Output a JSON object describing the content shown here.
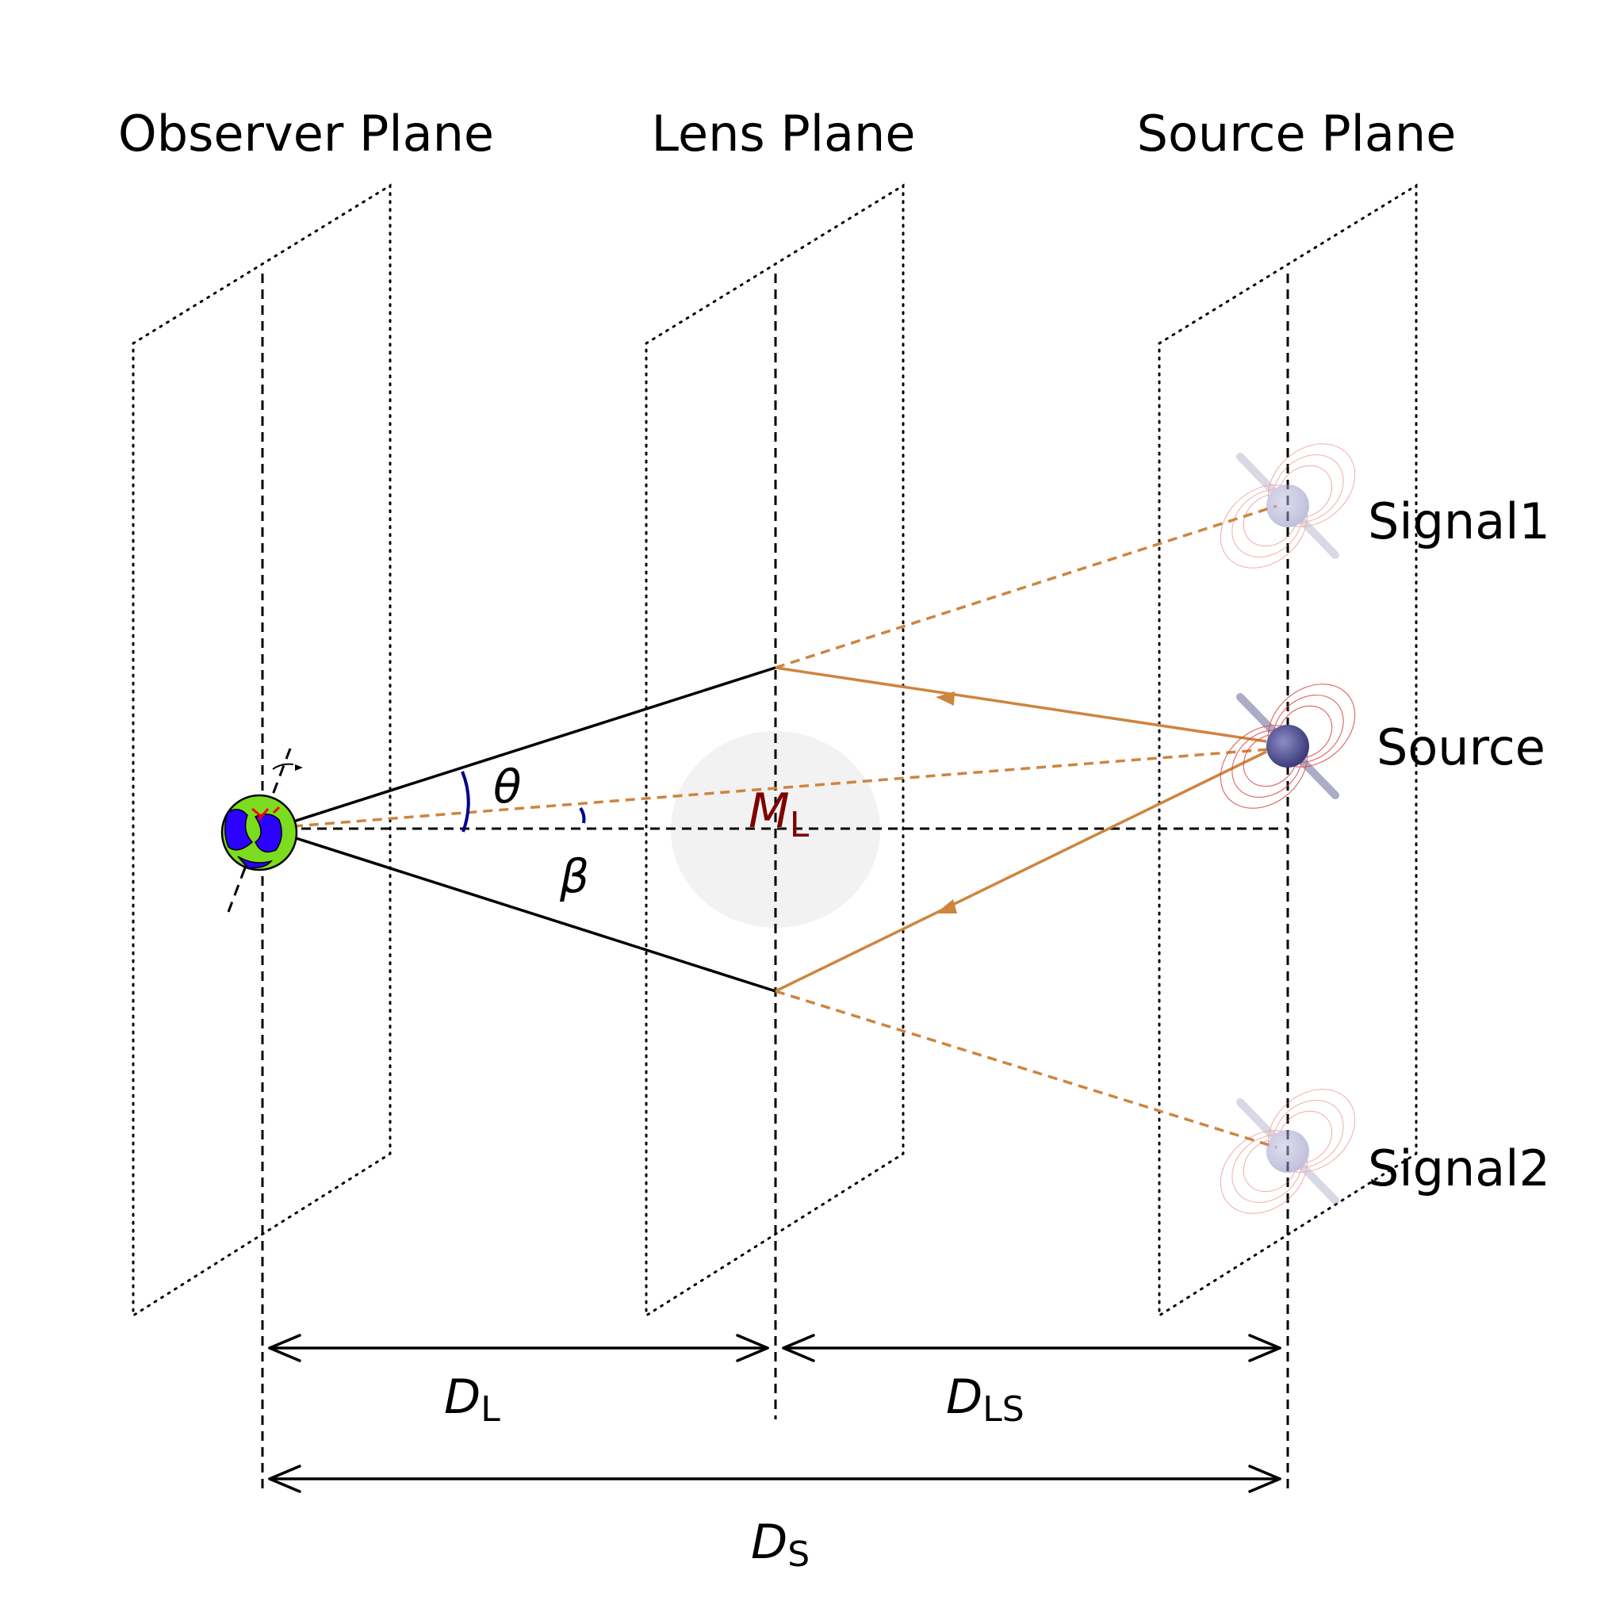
{
  "planes": {
    "observer": "Observer Plane",
    "lens": "Lens Plane",
    "source": "Source Plane"
  },
  "objects": {
    "signal1": "Signal1",
    "source": "Source",
    "signal2": "Signal2"
  },
  "angles": {
    "theta": "θ",
    "beta": "β"
  },
  "lens_mass": {
    "base": "M",
    "sub": "L"
  },
  "distances": {
    "observer_lens": {
      "base": "D",
      "sub": "L"
    },
    "lens_source": {
      "base": "D",
      "sub": "LS"
    },
    "observer_source": {
      "base": "D",
      "sub": "S"
    }
  },
  "colors": {
    "ray_solid": "#000000",
    "ray_source": "#cd853f",
    "angle_arc": "#00008b",
    "lens_label": "#800000",
    "lens_halo": "#f2f2f2",
    "earth_land": "#7cdc1f",
    "earth_ocean": "#2a00ff",
    "pulsar": "#5a5a99"
  },
  "icons": {
    "observer": "earth-icon",
    "source": "pulsar-icon"
  }
}
